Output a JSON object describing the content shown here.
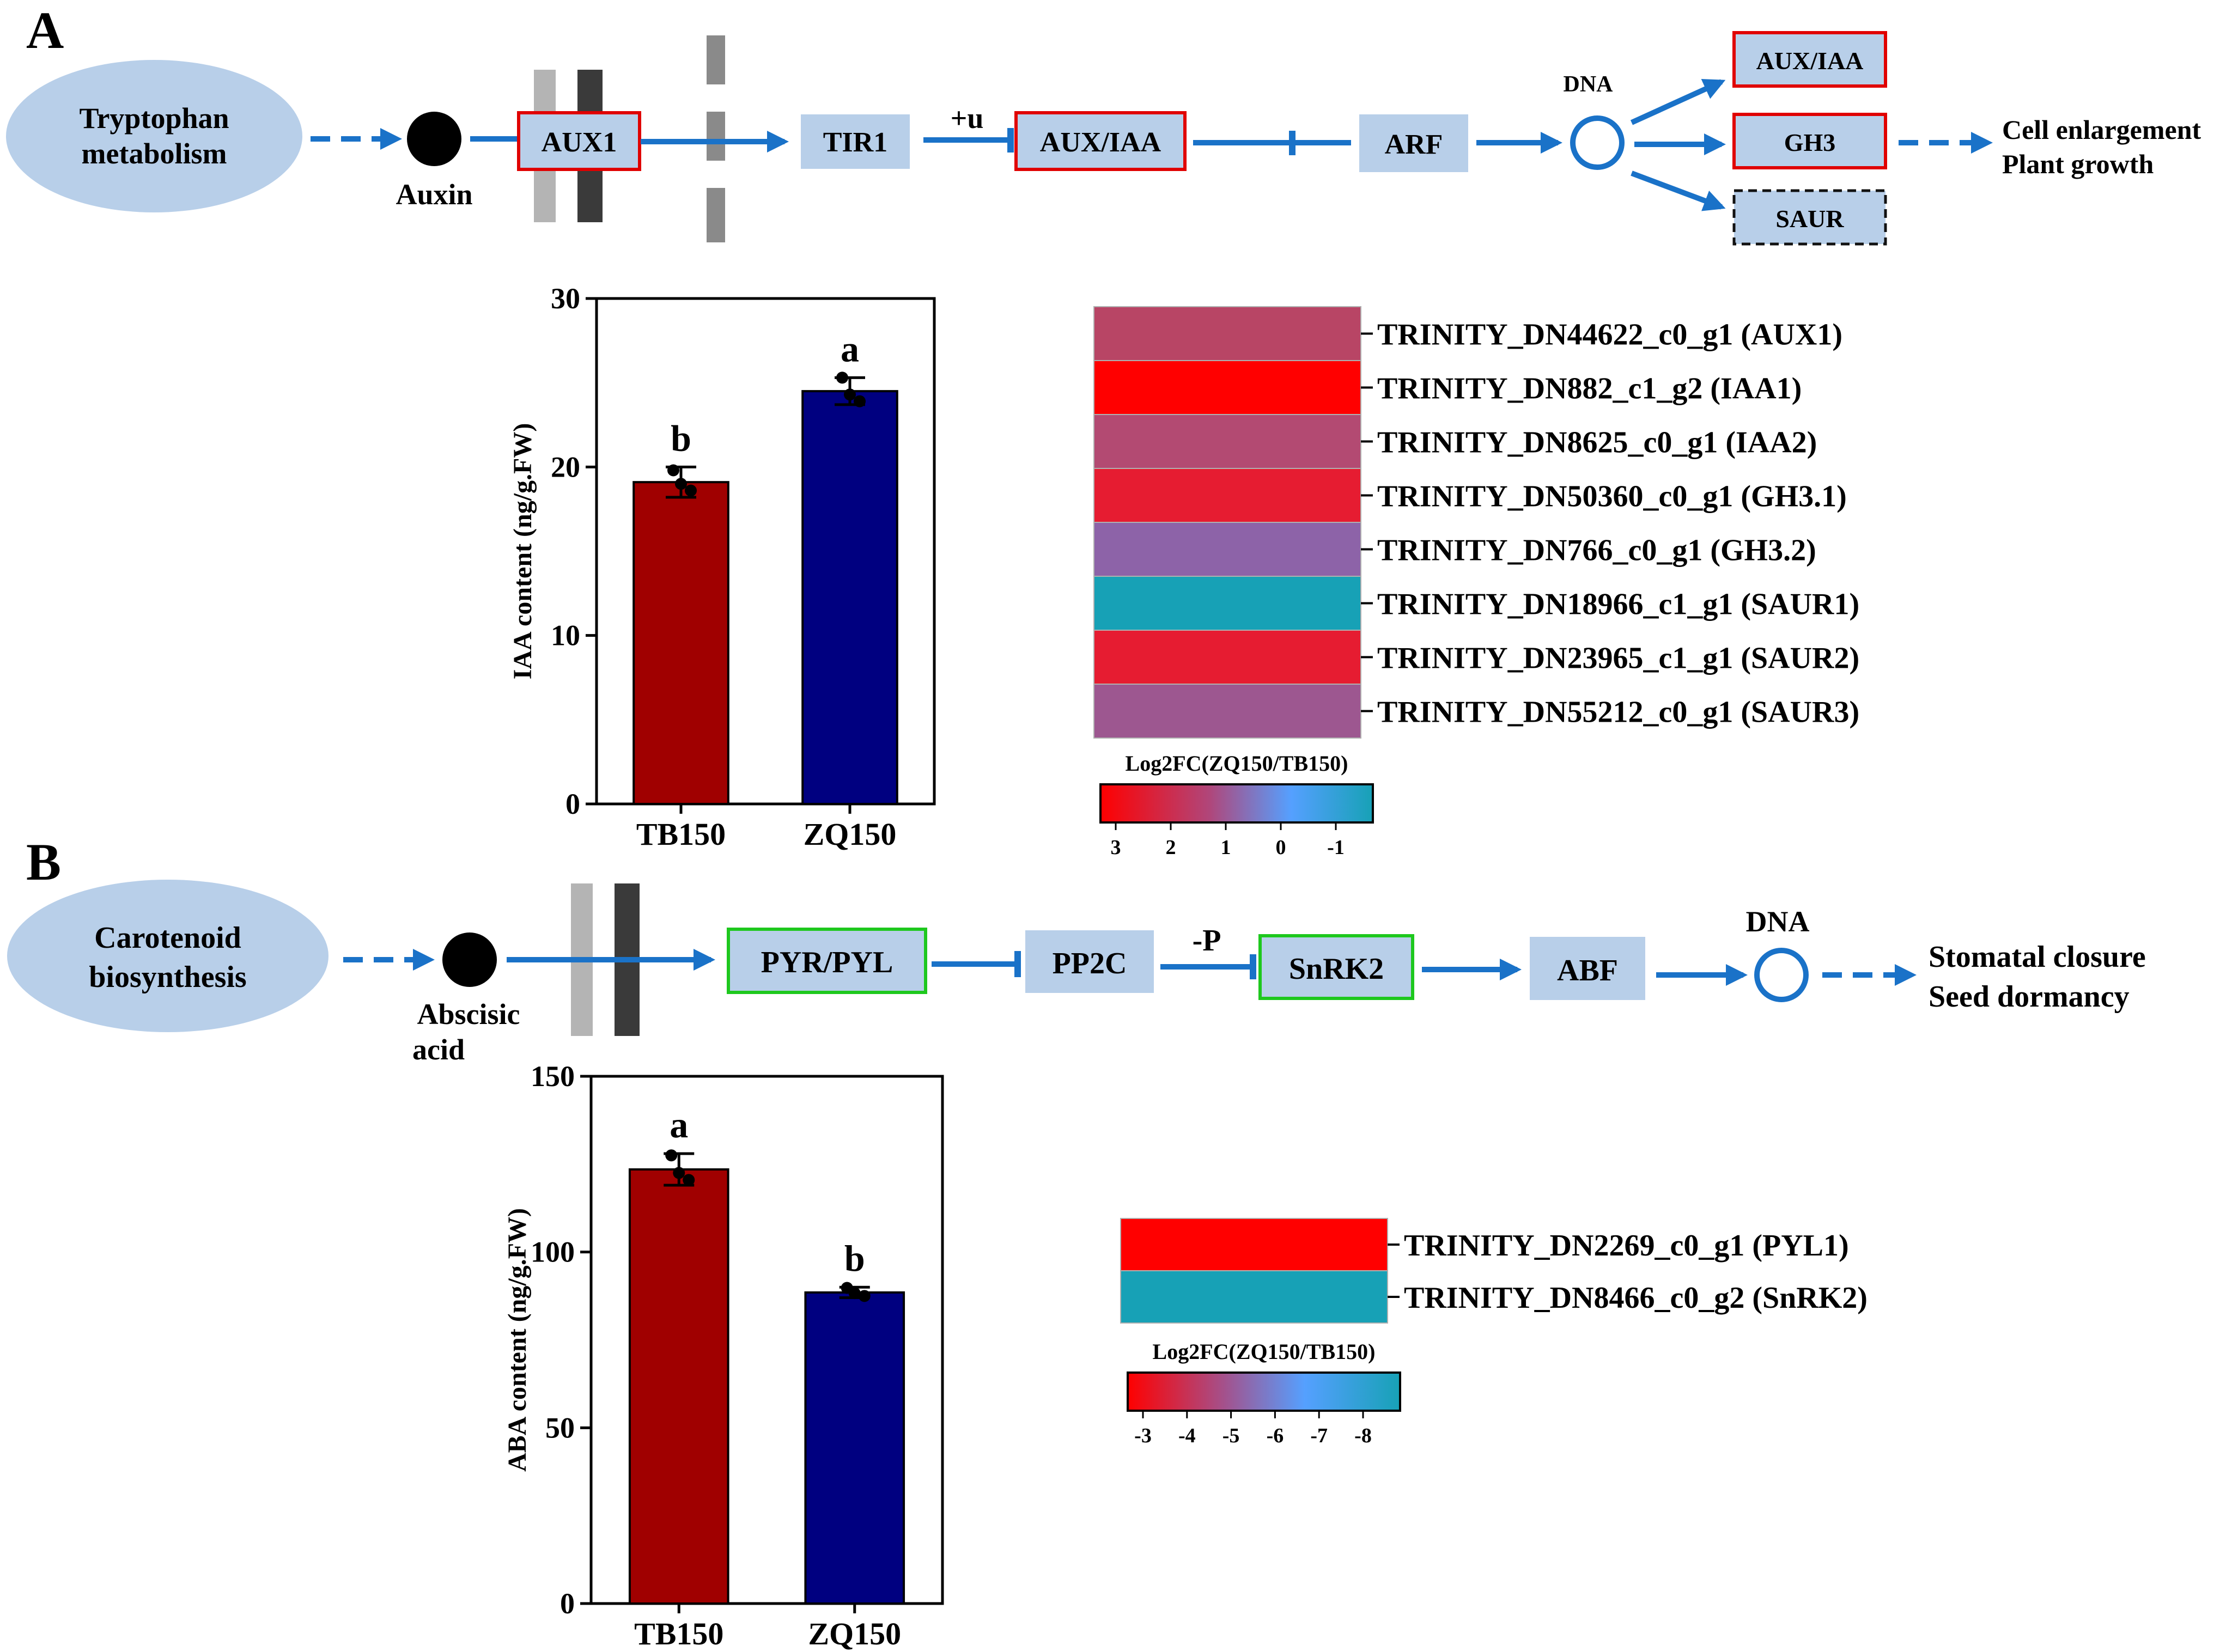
{
  "panelA": {
    "letter": "A",
    "source": "Tryptophan metabolism",
    "ligand": "Auxin",
    "nodes": {
      "aux1": "AUX1",
      "tir1": "TIR1",
      "auxiaa": "AUX/IAA",
      "arf": "ARF",
      "dna": "DNA",
      "out_auxiaa": "AUX/IAA",
      "out_gh3": "GH3",
      "out_saur": "SAUR"
    },
    "edge_label": "+u",
    "outcome": [
      "Cell enlargement",
      "Plant growth"
    ],
    "chart_data": {
      "type": "bar",
      "categories": [
        "TB150",
        "ZQ150"
      ],
      "values": [
        19.1,
        24.5
      ],
      "errors": [
        0.9,
        0.8
      ],
      "significance": [
        "b",
        "a"
      ],
      "points": [
        [
          19.8,
          18.6,
          19.0
        ],
        [
          25.3,
          23.9,
          24.3
        ]
      ],
      "colors": [
        "#a00000",
        "#000080"
      ],
      "ylabel": "IAA content (ng/g.FW)",
      "ylim": [
        0,
        30
      ],
      "yticks": [
        0,
        10,
        20,
        30
      ]
    },
    "heatmap": {
      "rows": [
        {
          "label": "TRINITY_DN44622_c0_g1 (AUX1)",
          "value": 2.0,
          "color": "#b84565"
        },
        {
          "label": "TRINITY_DN882_c1_g2 (IAA1)",
          "value": 3.0,
          "color": "#ff0000"
        },
        {
          "label": "TRINITY_DN8625_c0_g1 (IAA2)",
          "value": 1.8,
          "color": "#b34a72"
        },
        {
          "label": "TRINITY_DN50360_c0_g1 (GH3.1)",
          "value": 2.8,
          "color": "#e61c31"
        },
        {
          "label": "TRINITY_DN766_c0_g1 (GH3.2)",
          "value": 1.0,
          "color": "#8d63a8"
        },
        {
          "label": "TRINITY_DN18966_c1_g1 (SAUR1)",
          "value": -1.0,
          "color": "#17a1b6"
        },
        {
          "label": "TRINITY_DN23965_c1_g1 (SAUR2)",
          "value": 2.8,
          "color": "#e61c31"
        },
        {
          "label": "TRINITY_DN55212_c0_g1 (SAUR3)",
          "value": 1.3,
          "color": "#9d5790"
        }
      ],
      "legend_title": "Log2FC(ZQ150/TB150)",
      "legend_ticks": [
        "3",
        "2",
        "1",
        "0",
        "-1"
      ]
    }
  },
  "panelB": {
    "letter": "B",
    "source": "Carotenoid biosynthesis",
    "ligand": "Abscisic acid",
    "nodes": {
      "pyr": "PYR/PYL",
      "pp2c": "PP2C",
      "snrk2": "SnRK2",
      "abf": "ABF",
      "dna": "DNA"
    },
    "edge_label": "-P",
    "outcome": [
      "Stomatal closure",
      "Seed dormancy"
    ],
    "chart_data": {
      "type": "bar",
      "categories": [
        "TB150",
        "ZQ150"
      ],
      "values": [
        123.5,
        88.5
      ],
      "errors": [
        4.5,
        1.5
      ],
      "significance": [
        "a",
        "b"
      ],
      "points": [
        [
          127.5,
          120.5,
          122.5
        ],
        [
          89.8,
          87.5,
          88.3
        ]
      ],
      "colors": [
        "#a00000",
        "#000080"
      ],
      "ylabel": "ABA content (ng/g.FW)",
      "ylim": [
        0,
        150
      ],
      "yticks": [
        0,
        50,
        100,
        150
      ]
    },
    "heatmap": {
      "rows": [
        {
          "label": "TRINITY_DN2269_c0_g1 (PYL1)",
          "value": -3.0,
          "color": "#ff0000"
        },
        {
          "label": "TRINITY_DN8466_c0_g2 (SnRK2)",
          "value": -8.0,
          "color": "#17a1b6"
        }
      ],
      "legend_title": "Log2FC(ZQ150/TB150)",
      "legend_ticks": [
        "-3",
        "-4",
        "-5",
        "-6",
        "-7",
        "-8"
      ]
    }
  }
}
